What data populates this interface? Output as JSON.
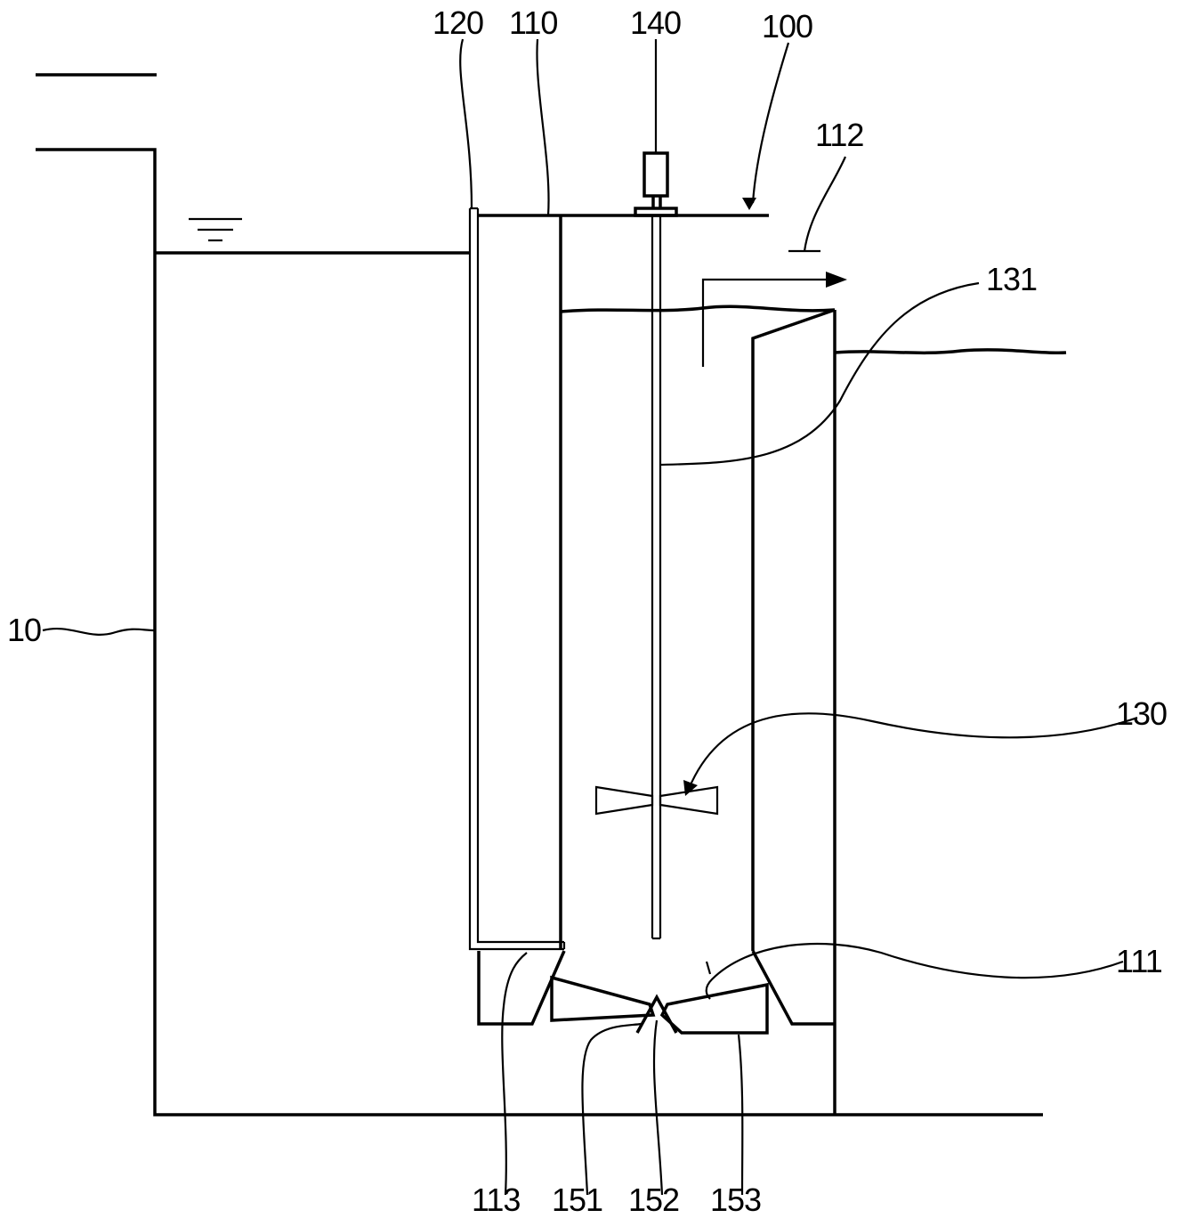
{
  "labels": {
    "l120": "120",
    "l110": "110",
    "l140": "140",
    "l100": "100",
    "l112": "112",
    "l131": "131",
    "l10": "10",
    "l130": "130",
    "l111": "111",
    "l113": "113",
    "l151": "151",
    "l152": "152",
    "l153": "153"
  }
}
